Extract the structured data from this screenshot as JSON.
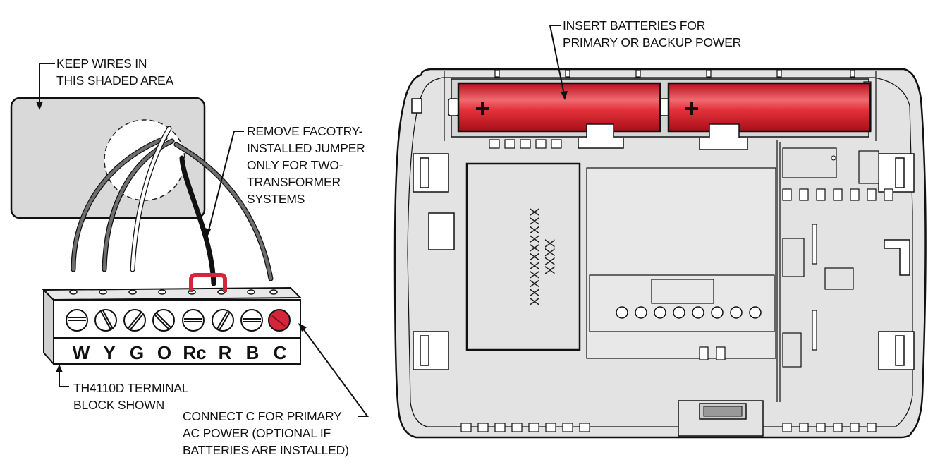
{
  "callouts": {
    "shaded_area": [
      "KEEP WIRES IN",
      "THIS SHADED AREA"
    ],
    "jumper": [
      "REMOVE FACOTRY-",
      "INSTALLED JUMPER",
      "ONLY FOR TWO-",
      "TRANSFORMER",
      "SYSTEMS"
    ],
    "terminal_block": [
      "TH4110D TERMINAL",
      "BLOCK SHOWN"
    ],
    "connect_c": [
      "CONNECT C FOR PRIMARY",
      "AC POWER (OPTIONAL IF",
      "BATTERIES ARE INSTALLED)"
    ],
    "batteries": [
      "INSERT BATTERIES FOR",
      "PRIMARY OR BACKUP POWER"
    ]
  },
  "terminals": [
    "W",
    "Y",
    "G",
    "O",
    "Rc",
    "R",
    "B",
    "C"
  ],
  "batteries": [
    {
      "polarity": "+"
    },
    {
      "polarity": "+"
    }
  ],
  "label_area": {
    "line1": "XXXXXXXXXXX",
    "line2": "XXXX"
  },
  "colors": {
    "battery_red": "#d8202c",
    "jumper_red": "#d4263a",
    "terminal_c_red": "#d4263a",
    "shaded_gray": "#d9d9d9",
    "housing_gray": "#e3e3e3",
    "wire_gray": "#6e6e6e",
    "wire_white": "#ffffff",
    "wire_black": "#111111"
  }
}
